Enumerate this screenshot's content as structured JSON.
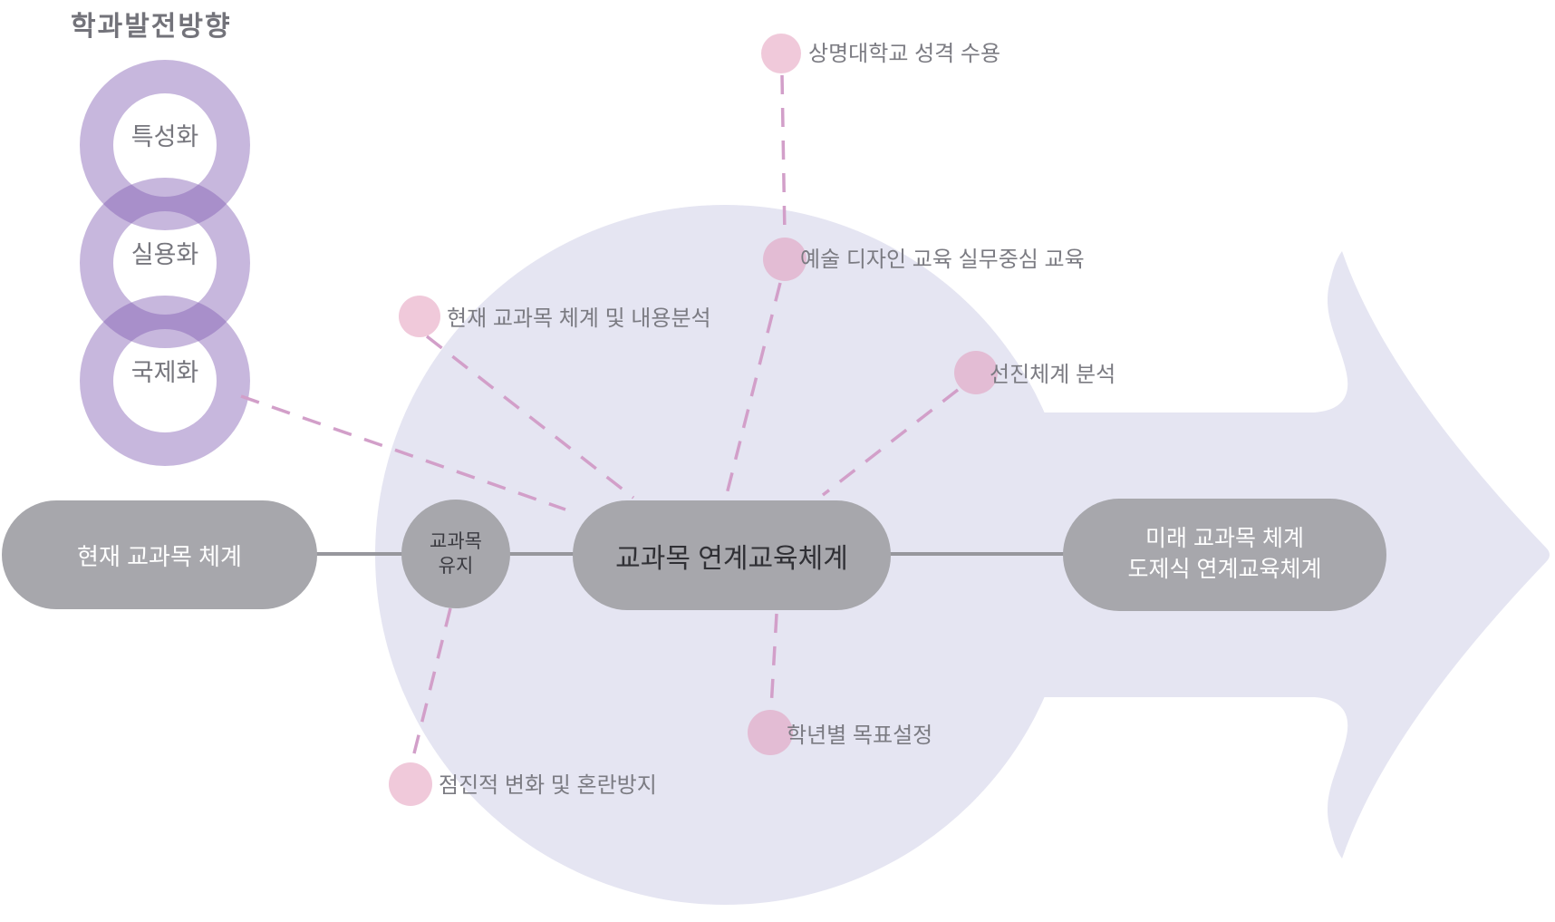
{
  "title": "학과발전방향",
  "rings": [
    {
      "label": "특성화"
    },
    {
      "label": "실용화"
    },
    {
      "label": "국제화"
    }
  ],
  "flow": {
    "current_label": "현재 교과목 체계",
    "maintain_line1": "교과목",
    "maintain_line2": "유지",
    "linked_label": "교과목 연계교육체계",
    "future_line1": "미래 교과목 체계",
    "future_line2": "도제식 연계교육체계"
  },
  "factors": [
    {
      "label": "상명대학교 성격 수용"
    },
    {
      "label": "예술 디자인 교육 실무중심 교육"
    },
    {
      "label": "현재 교과목 체계 및 내용분석"
    },
    {
      "label": "선진체계 분석"
    },
    {
      "label": "학년별 목표설정"
    },
    {
      "label": "점진적 변화 및 혼란방지"
    }
  ],
  "colors": {
    "arrow_fill": "#e5e5f2",
    "pill_gray": "#a7a7ac",
    "ring_purple": "#cbb9de",
    "dashed_pink": "#d29fc9",
    "dot_pink": "#f0c9db",
    "label_text": "#7b7b82"
  }
}
